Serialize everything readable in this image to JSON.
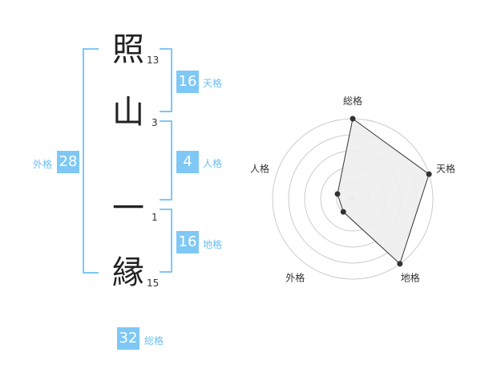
{
  "name_chars": [
    {
      "char": "照",
      "strokes": "13"
    },
    {
      "char": "山",
      "strokes": "3"
    },
    {
      "char": "一",
      "strokes": "1"
    },
    {
      "char": "縁",
      "strokes": "15"
    }
  ],
  "kaku": {
    "tenkaku": {
      "value": "16",
      "label": "天格"
    },
    "jinkaku": {
      "value": "4",
      "label": "人格"
    },
    "chikaku": {
      "value": "16",
      "label": "地格"
    },
    "gaikaku": {
      "value": "28",
      "label": "外格"
    },
    "soukaku": {
      "value": "32",
      "label": "総格"
    }
  },
  "colors": {
    "accent": "#7fc8f5",
    "accent_text": "#6cbef0",
    "polygon_fill": "#eeeeee",
    "grid": "#cccccc"
  },
  "chart_data": {
    "type": "radar",
    "axes": [
      "総格",
      "天格",
      "地格",
      "外格",
      "人格"
    ],
    "values": [
      5,
      5,
      5,
      1,
      1
    ],
    "max": 5,
    "rings": 5,
    "grid": true
  }
}
